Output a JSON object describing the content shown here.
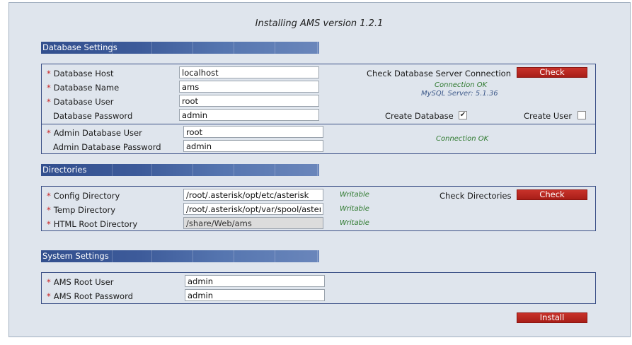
{
  "page": {
    "title": "Installing AMS version 1.2.1"
  },
  "database_settings": {
    "header": "Database Settings",
    "host": {
      "label": "Database Host",
      "value": "localhost"
    },
    "name": {
      "label": "Database Name",
      "value": "ams"
    },
    "user": {
      "label": "Database User",
      "value": "root"
    },
    "password": {
      "label": "Database Password",
      "value": "admin"
    },
    "check_label": "Check Database Server Connection",
    "check_button": "Check",
    "connection_status": "Connection OK",
    "server_info": "MySQL Server: 5.1.36",
    "create_database_label": "Create Database",
    "create_database_checked": true,
    "create_user_label": "Create User",
    "create_user_checked": false,
    "admin_user": {
      "label": "Admin Database User",
      "value": "root"
    },
    "admin_password": {
      "label": "Admin Database Password",
      "value": "admin"
    },
    "admin_connection_status": "Connection OK"
  },
  "directories": {
    "header": "Directories",
    "config": {
      "label": "Config Directory",
      "value": "/root/.asterisk/opt/etc/asterisk",
      "status": "Writable"
    },
    "temp": {
      "label": "Temp Directory",
      "value": "/root/.asterisk/opt/var/spool/asterisk",
      "status": "Writable"
    },
    "html_root": {
      "label": "HTML Root Directory",
      "value": "/share/Web/ams",
      "status": "Writable"
    },
    "check_label": "Check Directories",
    "check_button": "Check"
  },
  "system_settings": {
    "header": "System Settings",
    "root_user": {
      "label": "AMS Root User",
      "value": "admin"
    },
    "root_password": {
      "label": "AMS Root Password",
      "value": "admin"
    }
  },
  "install_button": "Install",
  "required_marker": "*"
}
